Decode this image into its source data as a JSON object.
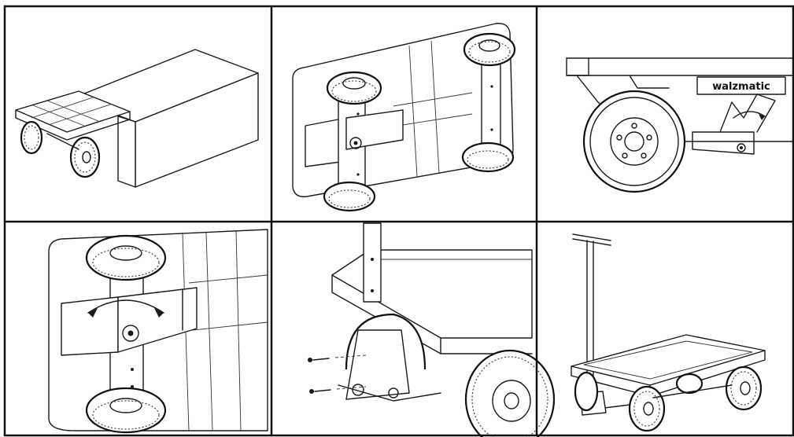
{
  "brand_label": "walzmatic",
  "panels": [
    {
      "id": "p1",
      "subject": "wagon-under-cover"
    },
    {
      "id": "p2",
      "subject": "wagon-underside-steering-axle"
    },
    {
      "id": "p3",
      "subject": "side-detail-with-brand-plate"
    },
    {
      "id": "p4",
      "subject": "axle-rotation-detail"
    },
    {
      "id": "p5",
      "subject": "handle-bolt-installation"
    },
    {
      "id": "p6",
      "subject": "assembled-wagon"
    }
  ],
  "colors": {
    "line": "#1a1a1a",
    "background": "#ffffff"
  }
}
